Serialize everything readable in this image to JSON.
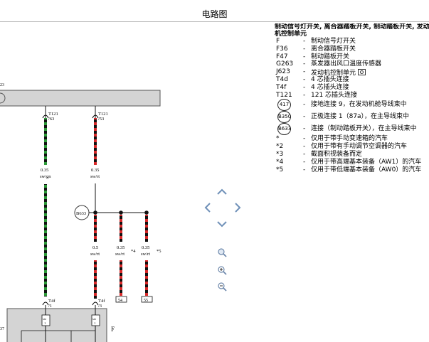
{
  "header": {
    "title": "电路图"
  },
  "diagram": {
    "top_left_label": "23",
    "bottom_left_label": "37",
    "components": {
      "t121_63_line1": "T121",
      "t121_63_line2": "/63",
      "t121_53_line1": "T121",
      "t121_53_line2": "/53",
      "b633_label": "B633",
      "t4f_1_line1": "T4f",
      "t4f_1_line2": "/1",
      "t4f_3_line1": "T4f",
      "t4f_3_line2": "/3",
      "switch_f_label": "F",
      "plug_left_line1": "sst",
      "plug_left_line2": "1",
      "plug_right_line1": "sst",
      "plug_right_line2": "1"
    },
    "wires": {
      "w1_size": "0.35",
      "w1_color": "sw/gn",
      "w2_size": "0.35",
      "w2_color": "sw/rt",
      "w3_size": "0.5",
      "w3_color": "sw/rt",
      "w4_size": "0.35",
      "w4_color": "sw/rt",
      "w4_note": "*4",
      "w5_size": "0.35",
      "w5_color": "sw/rt",
      "w5_note": "*5"
    },
    "connectors": {
      "c54": "54",
      "c55": "55"
    }
  },
  "legend": {
    "heading_line1": "制动信号灯开关, 离合器踏板开关, 制动踏板开关, 发动",
    "heading_line2": "机控制单元",
    "items": [
      {
        "code": "F",
        "desc": "制动信号灯开关"
      },
      {
        "code": "F36",
        "desc": "离合器踏板开关"
      },
      {
        "code": "F47",
        "desc": "制动踏板开关"
      },
      {
        "code": "G263",
        "desc": "蒸发器出风口温度传感器"
      },
      {
        "code": "J623",
        "desc": "发动机控制单元"
      },
      {
        "code": "T4d",
        "desc": "4 芯插头连接"
      },
      {
        "code": "T4f",
        "desc": "4 芯插头连接"
      },
      {
        "code": "T121",
        "desc": "121 芯插头连接"
      },
      {
        "code": "417",
        "desc": "接地连接 9，在发动机舱导线束中"
      },
      {
        "code": "B350",
        "desc": "正极连接 1（87a），在主导线束中"
      },
      {
        "code": "B633",
        "desc": "连接（制动踏板开关），在主导线束中"
      },
      {
        "code": "*",
        "desc": "仅用于带手动变速箱的汽车"
      },
      {
        "code": "*2",
        "desc": "仅用于带有手动调节空调器的汽车"
      },
      {
        "code": "*3",
        "desc": "截面积视装备而定"
      },
      {
        "code": "*4",
        "desc": "仅用于带高端基本装备（AW1）的汽车"
      },
      {
        "code": "*5",
        "desc": "仅用于带低端基本装备（AW0）的汽车"
      }
    ]
  },
  "controls": {
    "pan_up_icon": "chevron-up-icon",
    "pan_left_icon": "chevron-left-icon",
    "pan_right_icon": "chevron-right-icon",
    "pan_down_icon": "chevron-down-icon",
    "zoom_fit_icon": "magnifier-icon",
    "zoom_in_icon": "zoom-in-icon",
    "zoom_out_icon": "zoom-out-icon"
  }
}
